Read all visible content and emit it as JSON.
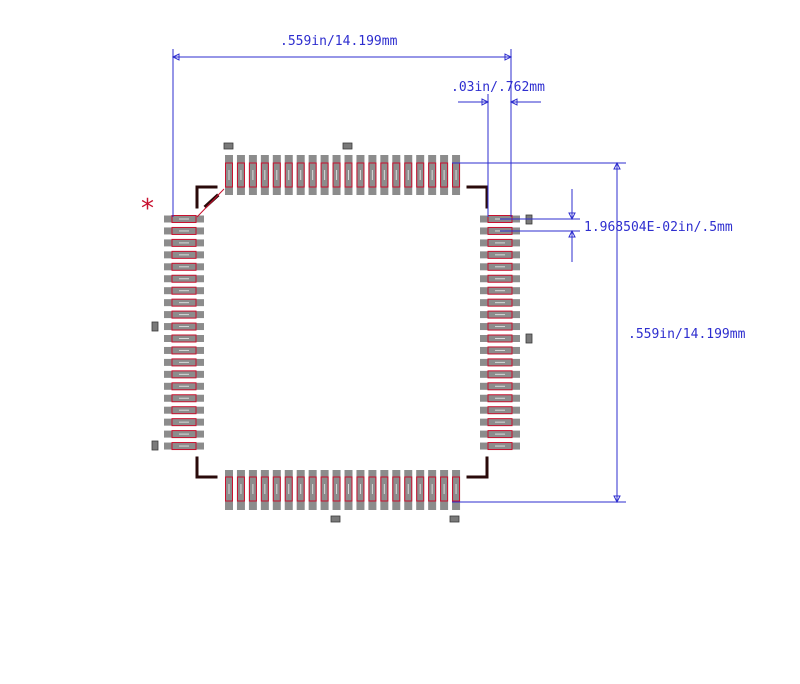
{
  "footprint": {
    "pins_per_side": 20,
    "pin1_marker": "*",
    "pin1_marker_color": "#c8102e",
    "pad_color": "#8c8c8c",
    "pad_outline_color": "#c8102e",
    "silkscreen_color": "#2a0a0a",
    "dimension_color": "#2e2ecf"
  },
  "dimensions": {
    "body_width_label": ".559in/14.199mm",
    "pad_width_label": ".03in/.762mm",
    "pitch_label": "1.968504E-02in/.5mm",
    "body_height_label": ".559in/14.199mm"
  }
}
